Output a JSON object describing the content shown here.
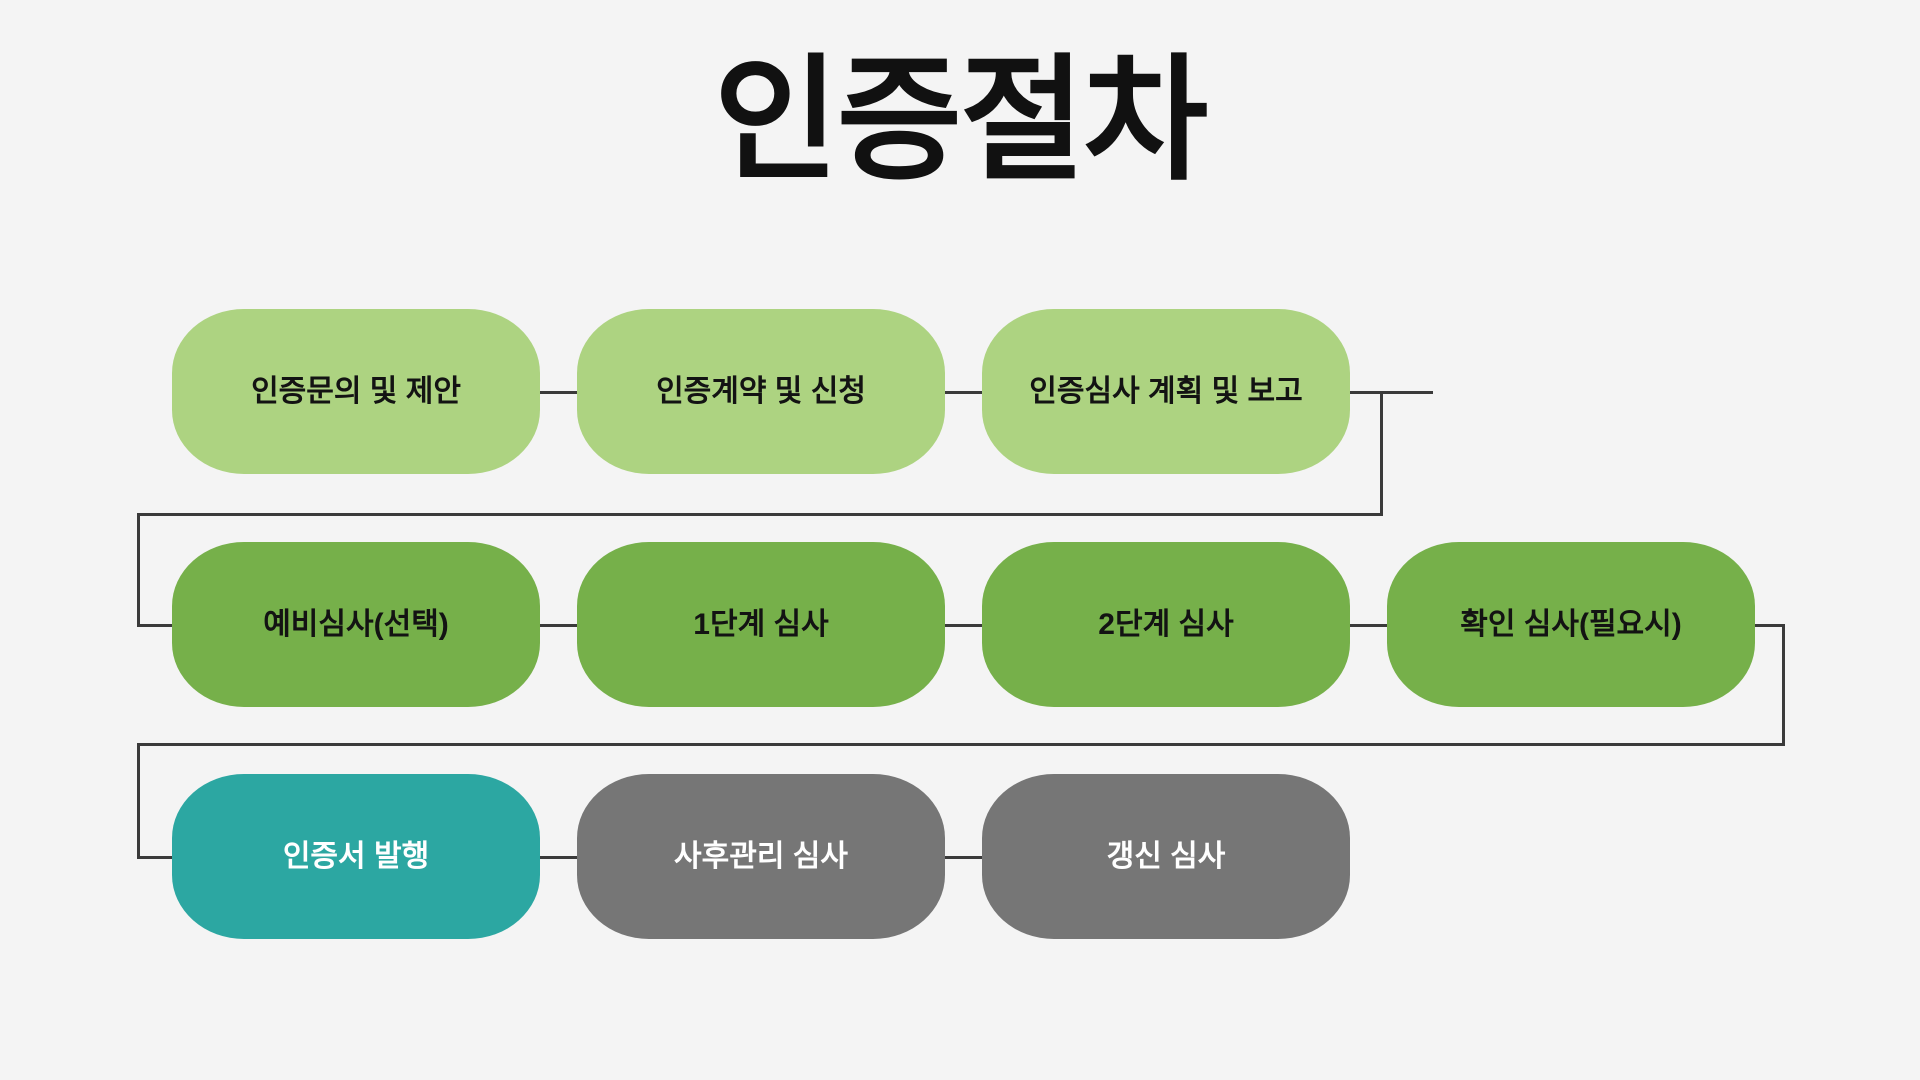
{
  "page": {
    "title": "인증절차",
    "background_color": "#f4f4f4",
    "connector_color": "#3a3a3a"
  },
  "palette": {
    "light_green": "#add381",
    "mid_green": "#76b04a",
    "teal": "#2ca7a2",
    "gray": "#767676",
    "text_dark": "#131313",
    "text_light": "#ffffff"
  },
  "chart_data": {
    "type": "diagram",
    "title": "인증절차",
    "diagram_kind": "process-flowchart",
    "flow_direction": "left-to-right, wrapping to next row",
    "rows": [
      {
        "row_index": 1,
        "tone": "light_green",
        "nodes": [
          {
            "id": "n1",
            "label": "인증문의 및 제안"
          },
          {
            "id": "n2",
            "label": "인증계약 및 신청"
          },
          {
            "id": "n3",
            "label": "인증심사 계획 및 보고"
          }
        ]
      },
      {
        "row_index": 2,
        "tone": "mid_green",
        "nodes": [
          {
            "id": "n4",
            "label": "예비심사(선택)"
          },
          {
            "id": "n5",
            "label": "1단계 심사"
          },
          {
            "id": "n6",
            "label": "2단계 심사"
          },
          {
            "id": "n7",
            "label": "확인 심사(필요시)"
          }
        ]
      },
      {
        "row_index": 3,
        "tone": "mixed",
        "nodes": [
          {
            "id": "n8",
            "label": "인증서 발행",
            "tone": "teal"
          },
          {
            "id": "n9",
            "label": "사후관리 심사",
            "tone": "gray"
          },
          {
            "id": "n10",
            "label": "갱신 심사",
            "tone": "gray"
          }
        ]
      }
    ],
    "edges": [
      {
        "from": "n1",
        "to": "n2",
        "style": "straight"
      },
      {
        "from": "n2",
        "to": "n3",
        "style": "straight"
      },
      {
        "from": "n3",
        "to": "n4",
        "style": "wrap-right-down-left"
      },
      {
        "from": "n4",
        "to": "n5",
        "style": "straight"
      },
      {
        "from": "n5",
        "to": "n6",
        "style": "straight"
      },
      {
        "from": "n6",
        "to": "n7",
        "style": "straight"
      },
      {
        "from": "n7",
        "to": "n8",
        "style": "wrap-right-down-left"
      },
      {
        "from": "n8",
        "to": "n9",
        "style": "straight"
      },
      {
        "from": "n9",
        "to": "n10",
        "style": "straight"
      }
    ]
  }
}
